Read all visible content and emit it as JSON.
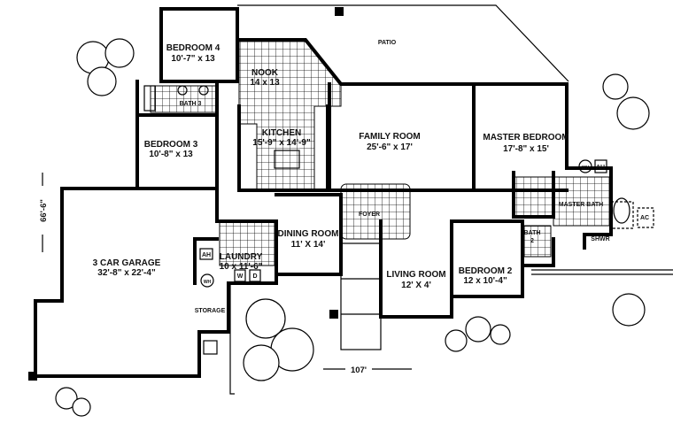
{
  "title": "Floor Plan",
  "rooms": {
    "patio": {
      "name": "PATIO"
    },
    "bedroom4": {
      "name": "BEDROOM 4",
      "size": "10'-7\" x 13"
    },
    "bath3": {
      "name": "BATH  3"
    },
    "nook": {
      "name": "NOOK",
      "size": "14 x 13"
    },
    "kitchen": {
      "name": "KITCHEN",
      "size": "15'-9\" x 14'-9\""
    },
    "family": {
      "name": "FAMILY ROOM",
      "size": "25'-6\" x 17'"
    },
    "master": {
      "name": "MASTER BEDROOM",
      "size": "17'-8\" x 15'"
    },
    "bedroom3": {
      "name": "BEDROOM 3",
      "size": "10'-8\" x 13"
    },
    "masterbath": {
      "name": "MASTER  BATH"
    },
    "bath2": {
      "name": "BATH",
      "num": "2"
    },
    "shwr": {
      "name": "SHWR"
    },
    "bedroom2": {
      "name": "BEDROOM 2",
      "size": "12 x 10'-4\""
    },
    "living": {
      "name": "LIVING ROOM",
      "size": "12' X 4'"
    },
    "dining": {
      "name": "DINING ROOM",
      "size": "11' X 14'"
    },
    "foyer": {
      "name": "FOYER"
    },
    "laundry": {
      "name": "LAUNDRY",
      "size": "10 x 11'-6\""
    },
    "garage": {
      "name": "3 CAR GARAGE",
      "size": "32'-8\" x 22'-4\""
    },
    "storage": {
      "name": "STORAGE"
    }
  },
  "fixtures": {
    "ac": "AC",
    "ah_master": "AH",
    "wh_master": "WH",
    "ah_garage": "AH",
    "wh_garage": "WH",
    "washer": "W",
    "dryer": "D"
  },
  "dimensions": {
    "depth": "66'-6\"",
    "width": "107'"
  }
}
